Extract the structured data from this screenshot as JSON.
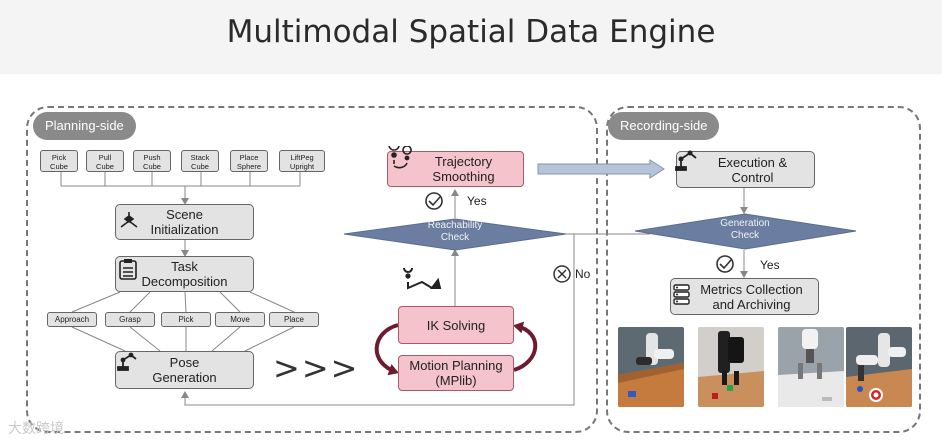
{
  "title": "Multimodal Spatial Data Engine",
  "planning": {
    "label": "Planning-side",
    "tasks": [
      "Pick\nCube",
      "Pull\nCube",
      "Push\nCube",
      "Stack\nCube",
      "Place\nSphere",
      "LiftPeg\nUpright"
    ],
    "scene_init": "Scene\nInitialization",
    "task_decomp": "Task\nDecomposition",
    "primitives": [
      "Approach",
      "Grasp",
      "Pick",
      "Move",
      "Place"
    ],
    "pose_gen": "Pose\nGeneration",
    "arrows": ">>>",
    "trajectory": "Trajectory\nSmoothing",
    "reachability": "Reachability\nCheck",
    "yes": "Yes",
    "no": "No",
    "ik": "IK Solving",
    "motion": "Motion Planning\n(MPlib)"
  },
  "recording": {
    "label": "Recording-side",
    "execution": "Execution &\nControl",
    "generation_check": "Generation\nCheck",
    "yes": "Yes",
    "metrics": "Metrics Collection\nand Archiving"
  },
  "watermark": "大数跨境",
  "colors": {
    "pink_fill": "#f4c3cb",
    "gray_fill": "#e3e3e3",
    "diamond": "#6b7ea1",
    "loop_arrow": "#6d1b2f",
    "big_arrow": "#b7c3d7"
  }
}
